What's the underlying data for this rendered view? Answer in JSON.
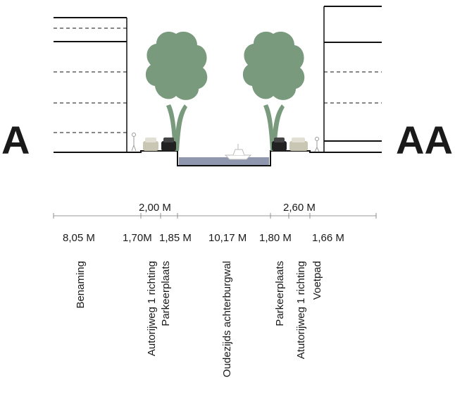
{
  "section": {
    "left_mark": "A",
    "right_mark": "AA"
  },
  "colors": {
    "line": "#111111",
    "tree": "#7a9a7e",
    "water": "#8e97ad",
    "car": "#c9c6b4",
    "dark_car": "#222222"
  },
  "dimensions": {
    "top": [
      {
        "label": "2,00 M"
      },
      {
        "label": "2,60 M"
      }
    ],
    "bottom": [
      {
        "label": "8,05 M"
      },
      {
        "label": "1,70M"
      },
      {
        "label": "1,85 M"
      },
      {
        "label": "10,17 M"
      },
      {
        "label": "1,80 M"
      },
      {
        "label": "1,66 M"
      }
    ]
  },
  "names": [
    {
      "label": "Benaming"
    },
    {
      "label": "Autorijweg 1 richting"
    },
    {
      "label": "Parkeerplaats"
    },
    {
      "label": "Oudezijds achterburgwal"
    },
    {
      "label": "Parkeerplaats"
    },
    {
      "label": "Atutorijweg 1 richting"
    },
    {
      "label": "Voetpad"
    }
  ]
}
